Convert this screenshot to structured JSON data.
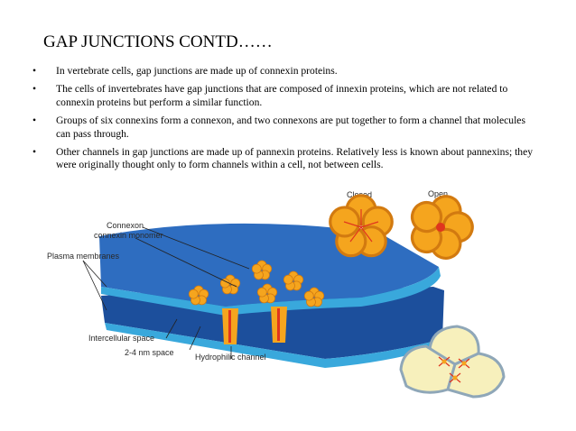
{
  "title": "GAP JUNCTIONS CONTD……",
  "bullets": [
    "In vertebrate cells, gap junctions are made up of connexin proteins.",
    " The cells of invertebrates have gap junctions that are composed of innexin proteins, which are not related to connexin proteins but perform a similar function.",
    " Groups of six connexins form a connexon, and two connexons are put together to form a channel that molecules can pass through.",
    "Other channels in gap junctions are made up of pannexin proteins. Relatively less is known about pannexins; they were originally thought only to form channels within a cell, not between cells."
  ],
  "bullet_marker": "•",
  "diagram": {
    "labels": {
      "connexon": "Connexon",
      "connexin_monomer": "connexin monomer",
      "plasma_membranes": "Plasma membranes",
      "intercellular_space": "Intercellular space",
      "nm_space": "2-4 nm space",
      "hydrophilic_channel": "Hydrophilic channel",
      "closed": "Closed",
      "open": "Open"
    }
  },
  "colors": {
    "membrane_top": "#2e6dc0",
    "membrane_dark": "#1c4f9c",
    "membrane_light": "#39a8dc",
    "connexon_fill": "#f5a51e",
    "channel_red": "#e0351e",
    "cell_fill": "#f7f0bc"
  }
}
